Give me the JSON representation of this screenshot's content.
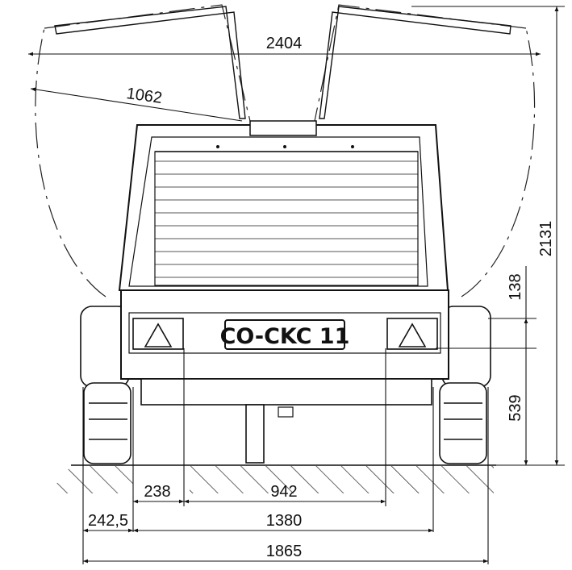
{
  "drawing": {
    "dimensions": {
      "overall_open_width": "2404",
      "door_radius": "1062",
      "overall_height": "2131",
      "lamp_height": "138",
      "bumper_height": "539",
      "wheel_to_lamp": "238",
      "lamp_spacing": "942",
      "wheel_offset": "242,5",
      "track_width": "1380",
      "overall_width": "1865"
    },
    "plate_text": "CO-CKC 11"
  }
}
